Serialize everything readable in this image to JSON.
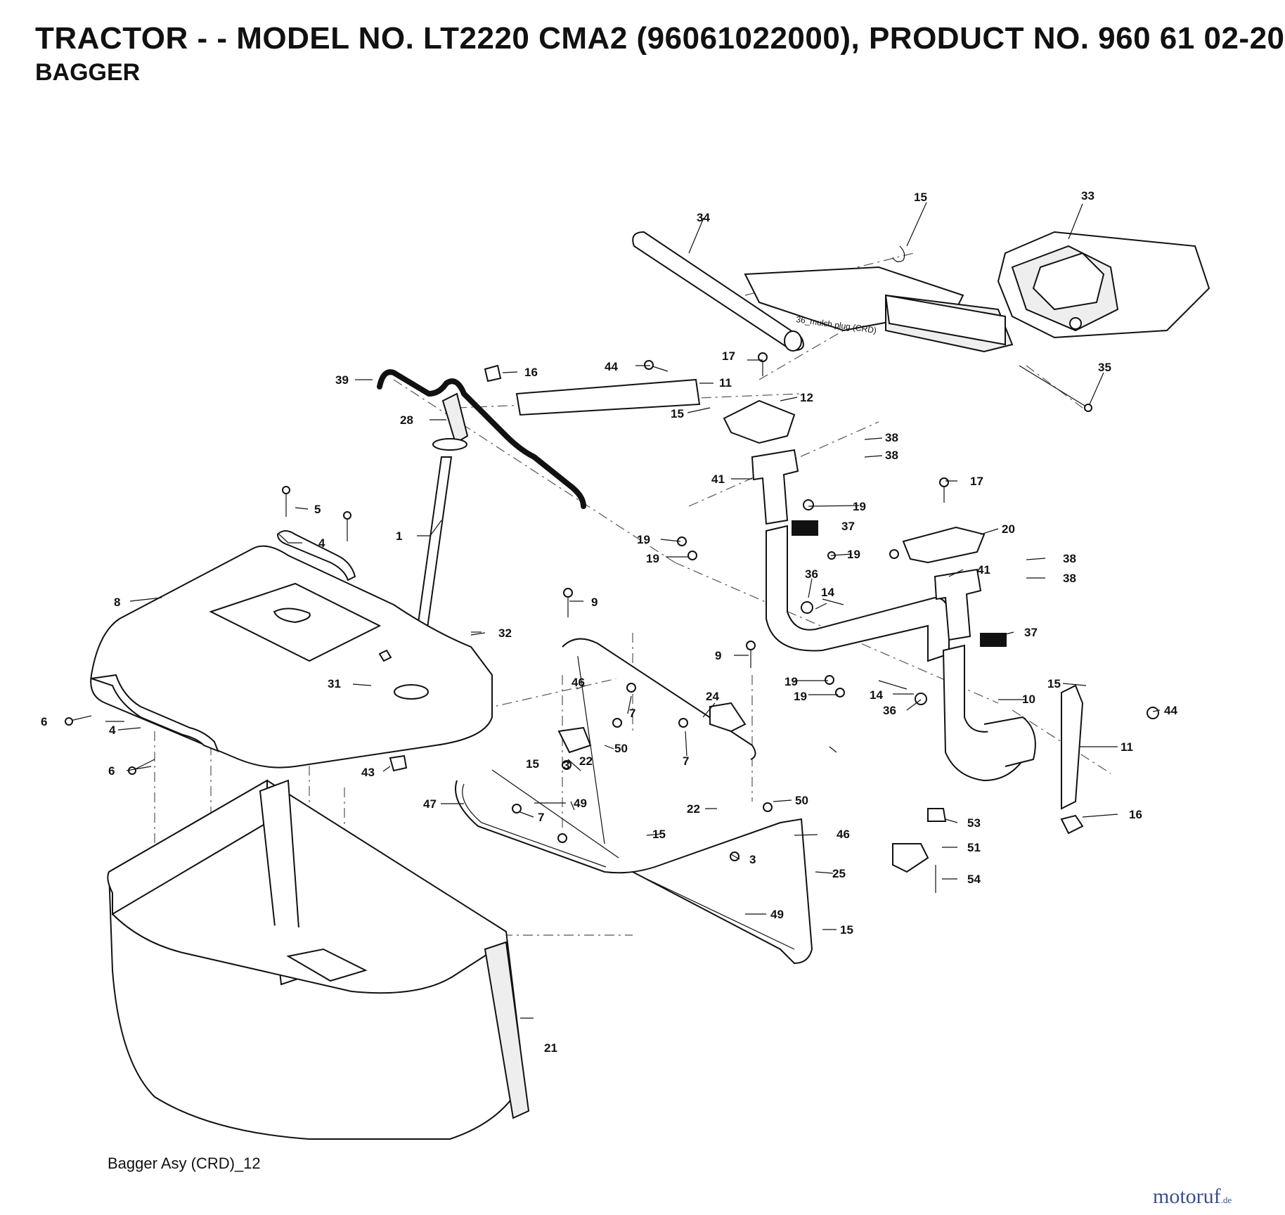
{
  "header": {
    "title": "TRACTOR - - MODEL NO. LT2220 CMA2 (96061022000), PRODUCT NO. 960 61 02-20",
    "subtitle": "BAGGER"
  },
  "diagram": {
    "mulch_plug_label": "36_mulch plug (CRD)",
    "callouts": [
      "1",
      "3",
      "3",
      "4",
      "4",
      "5",
      "6",
      "6",
      "7",
      "7",
      "7",
      "8",
      "9",
      "9",
      "10",
      "11",
      "11",
      "12",
      "14",
      "14",
      "15",
      "15",
      "15",
      "15",
      "15",
      "15",
      "16",
      "16",
      "17",
      "17",
      "19",
      "19",
      "19",
      "19",
      "19",
      "19",
      "20",
      "21",
      "22",
      "22",
      "24",
      "25",
      "28",
      "31",
      "32",
      "33",
      "34",
      "35",
      "36",
      "36",
      "37",
      "37",
      "38",
      "38",
      "38",
      "38",
      "39",
      "41",
      "41",
      "43",
      "44",
      "44",
      "46",
      "46",
      "47",
      "49",
      "49",
      "50",
      "50",
      "51",
      "53",
      "54"
    ]
  },
  "footer": {
    "caption": "Bagger Asy (CRD)_12"
  },
  "watermark": {
    "brand": "motoruf",
    "tld": ".de"
  }
}
